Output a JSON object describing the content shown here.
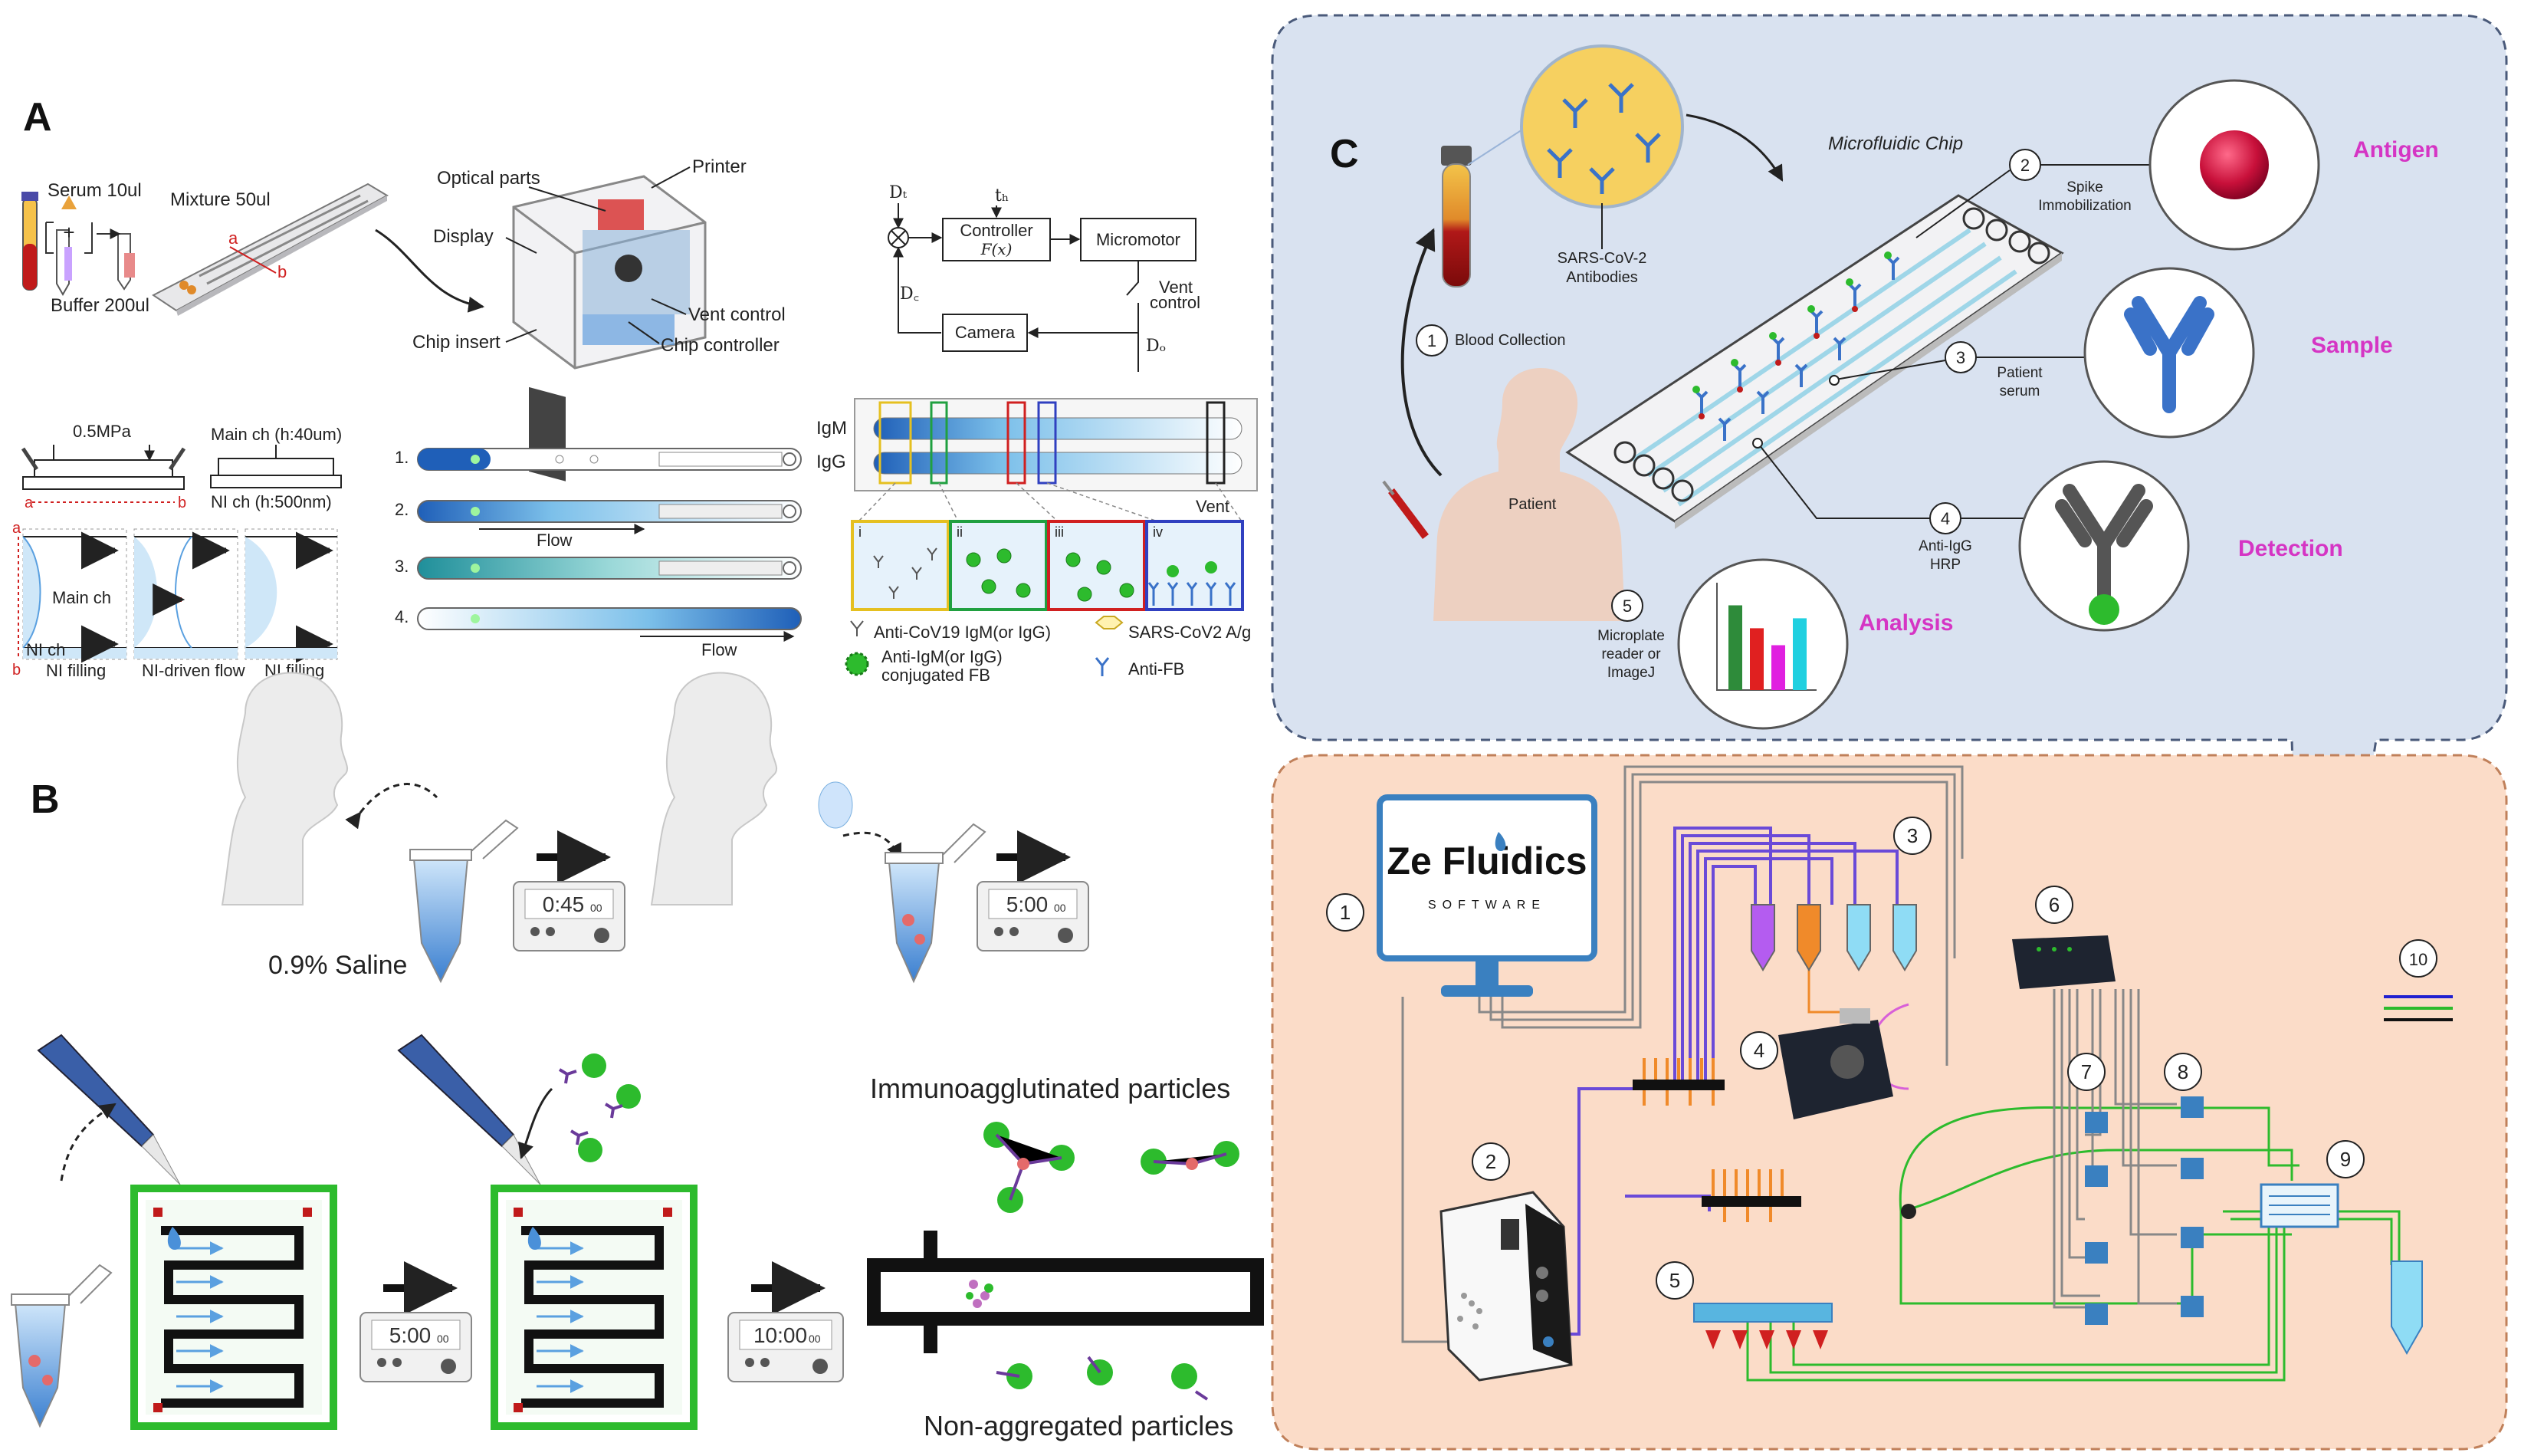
{
  "panels": {
    "a": "A",
    "b": "B",
    "c": "C"
  },
  "panel_a": {
    "serum": "Serum 10ul",
    "mixture": "Mixture 50ul",
    "buffer": "Buffer 200ul",
    "optical": "Optical parts",
    "printer": "Printer",
    "display": "Display",
    "vent_control": "Vent control",
    "chip_insert": "Chip insert",
    "chip_controller": "Chip controller",
    "a_mark": "a",
    "b_mark": "b",
    "block": {
      "controller": "Controller",
      "fx": "F(x)",
      "micromotor": "Micromotor",
      "camera": "Camera",
      "vent": "Vent",
      "control": "control",
      "dt": "Dₜ",
      "th": "tₕ",
      "dc": "D꜀",
      "do": "Dₒ"
    },
    "pressure": "0.5MPa",
    "main_ch_h": "Main ch (h:40um)",
    "ni_ch_h": "NI ch (h:500nm)",
    "main_ch": "Main ch",
    "ni_ch": "NI ch",
    "ni_filling": "NI filling",
    "ni_driven": "NI-driven flow",
    "ni_filling2": "NI filling",
    "steps": [
      "1.",
      "2.",
      "3.",
      "4."
    ],
    "flow": "Flow",
    "flow2": "Flow",
    "igm": "IgM",
    "igg": "IgG",
    "vent": "Vent",
    "zones": [
      "i",
      "ii",
      "iii",
      "iv"
    ],
    "legend": {
      "anti_cov": "Anti-CoV19 IgM(or IgG)",
      "sars_ag": "SARS-CoV2 A/g",
      "anti_igm": "Anti-IgM(or IgG)",
      "conjugated": "conjugated FB",
      "anti_fb": "Anti-FB"
    }
  },
  "panel_b": {
    "saline": "0.9% Saline",
    "timer1": "0:45",
    "timer1_sub": "00",
    "timer2": "5:00",
    "timer2_sub": "00",
    "timer3": "5:00",
    "timer3_sub": "00",
    "timer4": "10:00",
    "timer4_sub": "00",
    "immuno": "Immunoagglutinated particles",
    "nonagg": "Non-aggregated particles"
  },
  "panel_c": {
    "chip_title": "Microfluidic Chip",
    "antibodies": [
      "SARS-CoV-2",
      "Antibodies"
    ],
    "step1": "1",
    "blood": "Blood Collection",
    "step2": "2",
    "spike": [
      "Spike",
      "Immobilization"
    ],
    "antigen": "Antigen",
    "step3": "3",
    "patient_serum": [
      "Patient",
      "serum"
    ],
    "sample": "Sample",
    "step4": "4",
    "anti_igg": [
      "Anti-IgG",
      "HRP"
    ],
    "detection": "Detection",
    "step5": "5",
    "reader": [
      "Microplate",
      "reader or",
      "ImageJ"
    ],
    "analysis": "Analysis",
    "patient": "Patient",
    "mini_chart_values": [
      0.85,
      0.62,
      0.45,
      0.72
    ],
    "mini_chart_colors": [
      "#2e8b3a",
      "#e02020",
      "#e020e0",
      "#20d0e0"
    ]
  },
  "panel_d": {
    "logo_l1": "Ze  Fluidics",
    "logo_l2": "SOFTWARE",
    "numbers": [
      "1",
      "2",
      "3",
      "4",
      "5",
      "6",
      "7",
      "8",
      "9",
      "10"
    ]
  },
  "colors": {
    "c_bg": "#d9e2f0",
    "d_bg": "#fbdcc8",
    "green": "#2dbb2d",
    "analysis_pink": "#d535c4",
    "tube_purple": "#b45cf0",
    "tube_orange": "#f08a2a",
    "tube_cyan": "#8fdcf5"
  }
}
